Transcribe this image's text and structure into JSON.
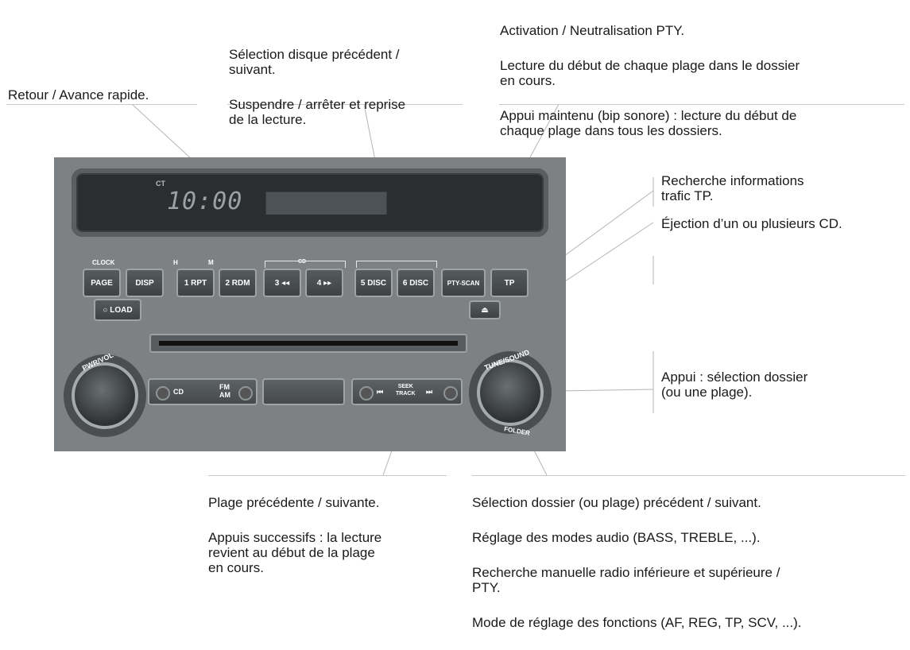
{
  "labels": {
    "retour": "Retour / Avance rapide.",
    "disque_1": "Sélection disque précédent /\nsuivant.",
    "disque_2": "Suspendre / arrêter et reprise\nde la lecture.",
    "pty_1": "Activation / Neutralisation PTY.",
    "pty_2": "Lecture du début de chaque plage dans le dossier\nen cours.",
    "pty_3": "Appui maintenu (bip sonore) : lecture du début de\nchaque plage dans tous les dossiers.",
    "tp": "Recherche informations\ntrafic TP.",
    "eject": "Éjection d’un ou plusieurs CD.",
    "appui": "Appui : sélection dossier\n(ou une plage).",
    "plage_1": "Plage précédente / suivante.",
    "plage_2": "Appuis successifs : la lecture\nrevient au début de la plage\nen cours.",
    "dossier_1": "Sélection dossier (ou plage) précédent / suivant.",
    "dossier_2": "Réglage des modes audio (BASS, TREBLE, ...).",
    "dossier_3": "Recherche manuelle radio inférieure et supérieure /\nPTY.",
    "dossier_4": "Mode de réglage des fonctions (AF, REG, TP, SCV, ...)."
  },
  "radio": {
    "display_ct": "CT",
    "display_clock": "10:00",
    "display_segments": "████████████",
    "clock_label": "CLOCK",
    "h_label": "H",
    "m_label": "M",
    "cd_icon_label": "CD",
    "buttons": {
      "page": "PAGE",
      "disp": "DISP",
      "b1": "1 RPT",
      "b2": "2 RDM",
      "b3": "3 ◂◂",
      "b4": "4 ▸▸",
      "b5": "5 DISC",
      "b6": "6 DISC",
      "pty": "PTY-SCAN",
      "tp": "TP",
      "load": "○ LOAD",
      "eject": "⏏"
    },
    "pwr_vol": "PWR/VOL",
    "tune_sound": "TUNE/SOUND",
    "folder": "FOLDER",
    "cd": "CD",
    "fm_am": "FM\nAM",
    "seek_track": "SEEK\nTRACK",
    "seek_prev": "⏮",
    "seek_next": "⏭"
  }
}
